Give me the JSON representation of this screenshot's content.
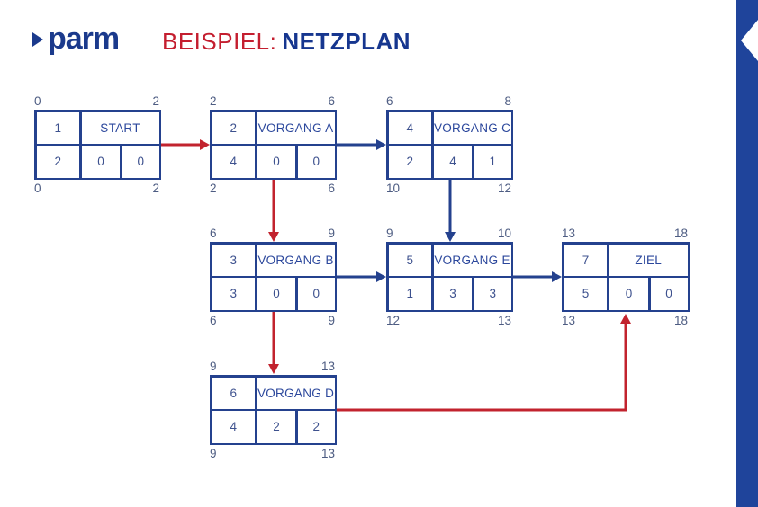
{
  "header": {
    "logo_text": "parm",
    "logo_icon": "play-triangle-icon",
    "title_prefix": "BEISPIEL:",
    "title_main": "NETZPLAN"
  },
  "colors": {
    "blue": "#24418e",
    "red": "#c2232e",
    "bar_blue": "#1f449b",
    "title_red": "#c41e2f",
    "title_blue": "#16368f"
  },
  "nodes": [
    {
      "id": "1",
      "name": "START",
      "corners": {
        "tl": "0",
        "tr": "2",
        "bl": "0",
        "br": "2"
      },
      "cells": [
        "2",
        "0",
        "0"
      ]
    },
    {
      "id": "2",
      "name": "VORGANG A",
      "corners": {
        "tl": "2",
        "tr": "6",
        "bl": "2",
        "br": "6"
      },
      "cells": [
        "4",
        "0",
        "0"
      ]
    },
    {
      "id": "4",
      "name": "VORGANG C",
      "corners": {
        "tl": "6",
        "tr": "8",
        "bl": "10",
        "br": "12"
      },
      "cells": [
        "2",
        "4",
        "1"
      ]
    },
    {
      "id": "3",
      "name": "VORGANG B",
      "corners": {
        "tl": "6",
        "tr": "9",
        "bl": "6",
        "br": "9"
      },
      "cells": [
        "3",
        "0",
        "0"
      ]
    },
    {
      "id": "5",
      "name": "VORGANG E",
      "corners": {
        "tl": "9",
        "tr": "10",
        "bl": "12",
        "br": "13"
      },
      "cells": [
        "1",
        "3",
        "3"
      ]
    },
    {
      "id": "7",
      "name": "ZIEL",
      "corners": {
        "tl": "13",
        "tr": "18",
        "bl": "13",
        "br": "18"
      },
      "cells": [
        "5",
        "0",
        "0"
      ]
    },
    {
      "id": "6",
      "name": "VORGANG D",
      "corners": {
        "tl": "9",
        "tr": "13",
        "bl": "9",
        "br": "13"
      },
      "cells": [
        "4",
        "2",
        "2"
      ]
    }
  ],
  "edges": [
    {
      "from": "START",
      "to": "VORGANG A",
      "color": "red"
    },
    {
      "from": "VORGANG A",
      "to": "VORGANG C",
      "color": "blue"
    },
    {
      "from": "VORGANG A",
      "to": "VORGANG B",
      "color": "red"
    },
    {
      "from": "VORGANG C",
      "to": "VORGANG E",
      "color": "blue"
    },
    {
      "from": "VORGANG B",
      "to": "VORGANG E",
      "color": "blue"
    },
    {
      "from": "VORGANG B",
      "to": "VORGANG D",
      "color": "red"
    },
    {
      "from": "VORGANG E",
      "to": "ZIEL",
      "color": "blue"
    },
    {
      "from": "VORGANG D",
      "to": "ZIEL",
      "color": "red"
    }
  ]
}
